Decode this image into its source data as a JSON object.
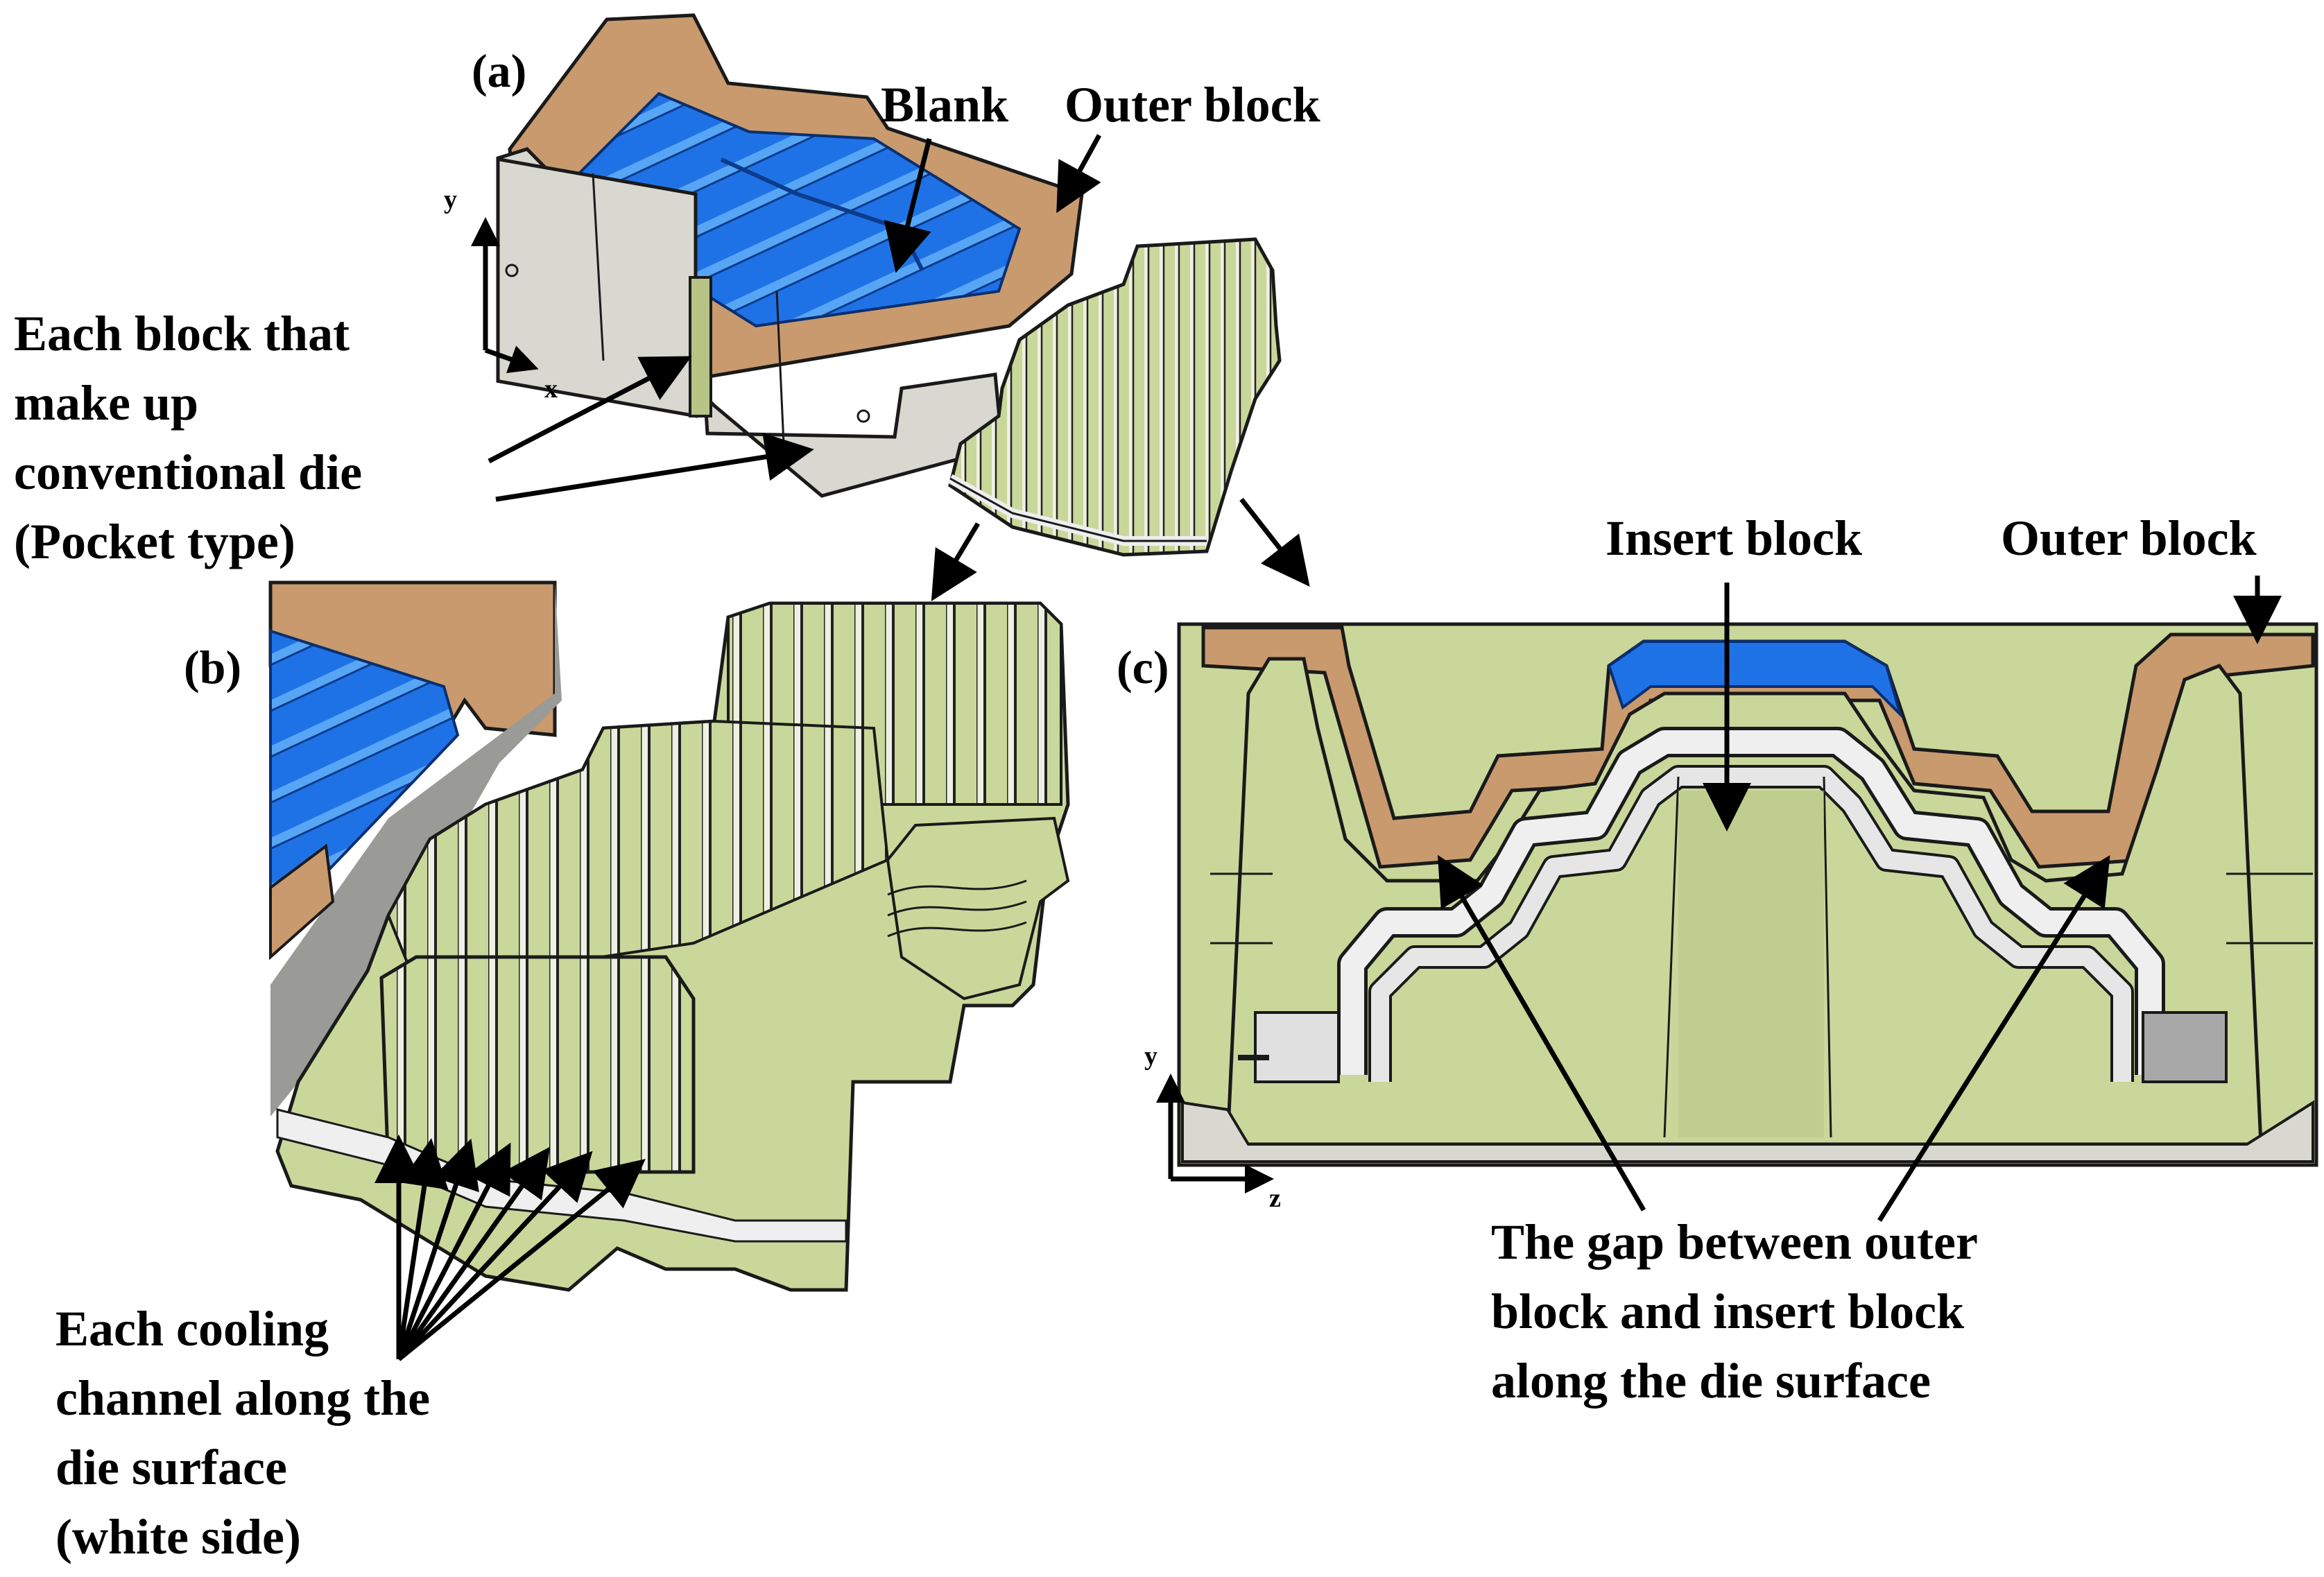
{
  "panels": {
    "a": "(a)",
    "b": "(b)",
    "c": "(c)"
  },
  "labels": {
    "blank": "Blank",
    "outer_block_a": "Outer block",
    "each_block": [
      "Each block that",
      "make up",
      "conventional die",
      "(Pocket type)"
    ],
    "insert_block": "Insert block",
    "outer_block_c": "Outer block",
    "cooling": [
      "Each cooling",
      "channel along the",
      "die surface",
      "(white side)"
    ],
    "gap": [
      "The gap between outer",
      "block and insert block",
      "along the die surface"
    ]
  },
  "axes": {
    "a": {
      "x": "x",
      "y": "y"
    },
    "c": {
      "z": "z",
      "y": "y"
    }
  },
  "colors": {
    "copper": "#c89a6e",
    "steel": "#d8d8d0",
    "blank_blue": "#1e6fe0",
    "insert_green": "#c9d79a",
    "channel_white": "#efefef"
  }
}
